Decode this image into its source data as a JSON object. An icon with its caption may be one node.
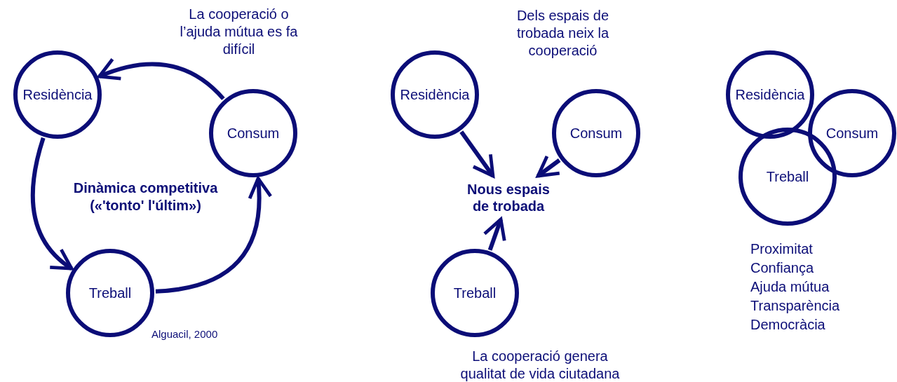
{
  "diagram": {
    "nodes": [
      {
        "text": [
          "Residència"
        ]
      },
      {
        "text": [
          "Consum"
        ]
      },
      {
        "text": [
          "Treball"
        ]
      },
      {
        "text": [
          "Residència"
        ]
      },
      {
        "text": [
          "Consum"
        ]
      },
      {
        "text": [
          "Nous espais de trobada"
        ]
      },
      {
        "text": [
          "Treball"
        ]
      },
      {
        "text": [
          "Residència"
        ]
      },
      {
        "text": [
          "Consum"
        ]
      },
      {
        "text": [
          "Treball"
        ]
      }
    ],
    "edges": [
      {
        "from": 1,
        "to": 0,
        "arrow": "to"
      },
      {
        "from": 0,
        "to": 2,
        "arrow": "to"
      },
      {
        "from": 2,
        "to": 1,
        "arrow": "to"
      },
      {
        "from": 3,
        "to": 5,
        "arrow": "to"
      },
      {
        "from": 4,
        "to": 5,
        "arrow": "to"
      },
      {
        "from": 6,
        "to": 5,
        "arrow": "to"
      }
    ],
    "labels": [
      "La cooperació o l’ajuda mútua es fa difícil",
      "Dinàmica competitiva («'tonto' l'últim»)",
      "Alguacil, 2000",
      "Dels espais de trobada neix la cooperació",
      "La cooperació genera qualitat de vida ciutadana",
      "Proximitat",
      "Confiança",
      "Ajuda mútua",
      "Transparència",
      "Democràcia"
    ]
  }
}
